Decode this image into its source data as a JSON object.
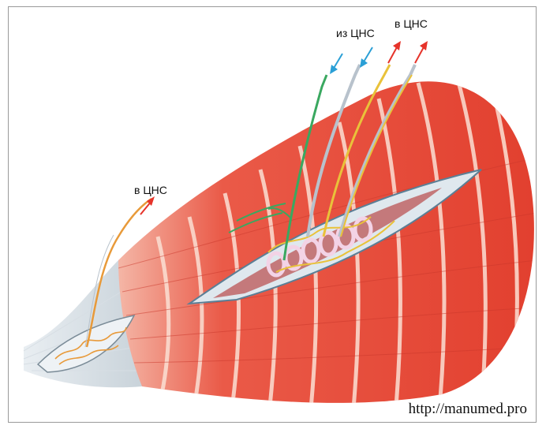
{
  "labels": {
    "from_cns": "из ЦНС",
    "to_cns_top": "в ЦНС",
    "to_cns_left": "в ЦНС"
  },
  "watermark": "http://manumed.pro",
  "colors": {
    "muscle": "#e8473d",
    "muscle_light": "#f7d5c8",
    "stripe": "#fbe6dc",
    "arrow_in": "#2a9fd6",
    "arrow_out": "#e6332a",
    "nerve_green": "#3aa860",
    "nerve_yellow": "#e9c23a",
    "nerve_orange": "#e89a3a",
    "nerve_grey": "#b8c2cc",
    "spindle_capsule": "#5b7f96"
  }
}
